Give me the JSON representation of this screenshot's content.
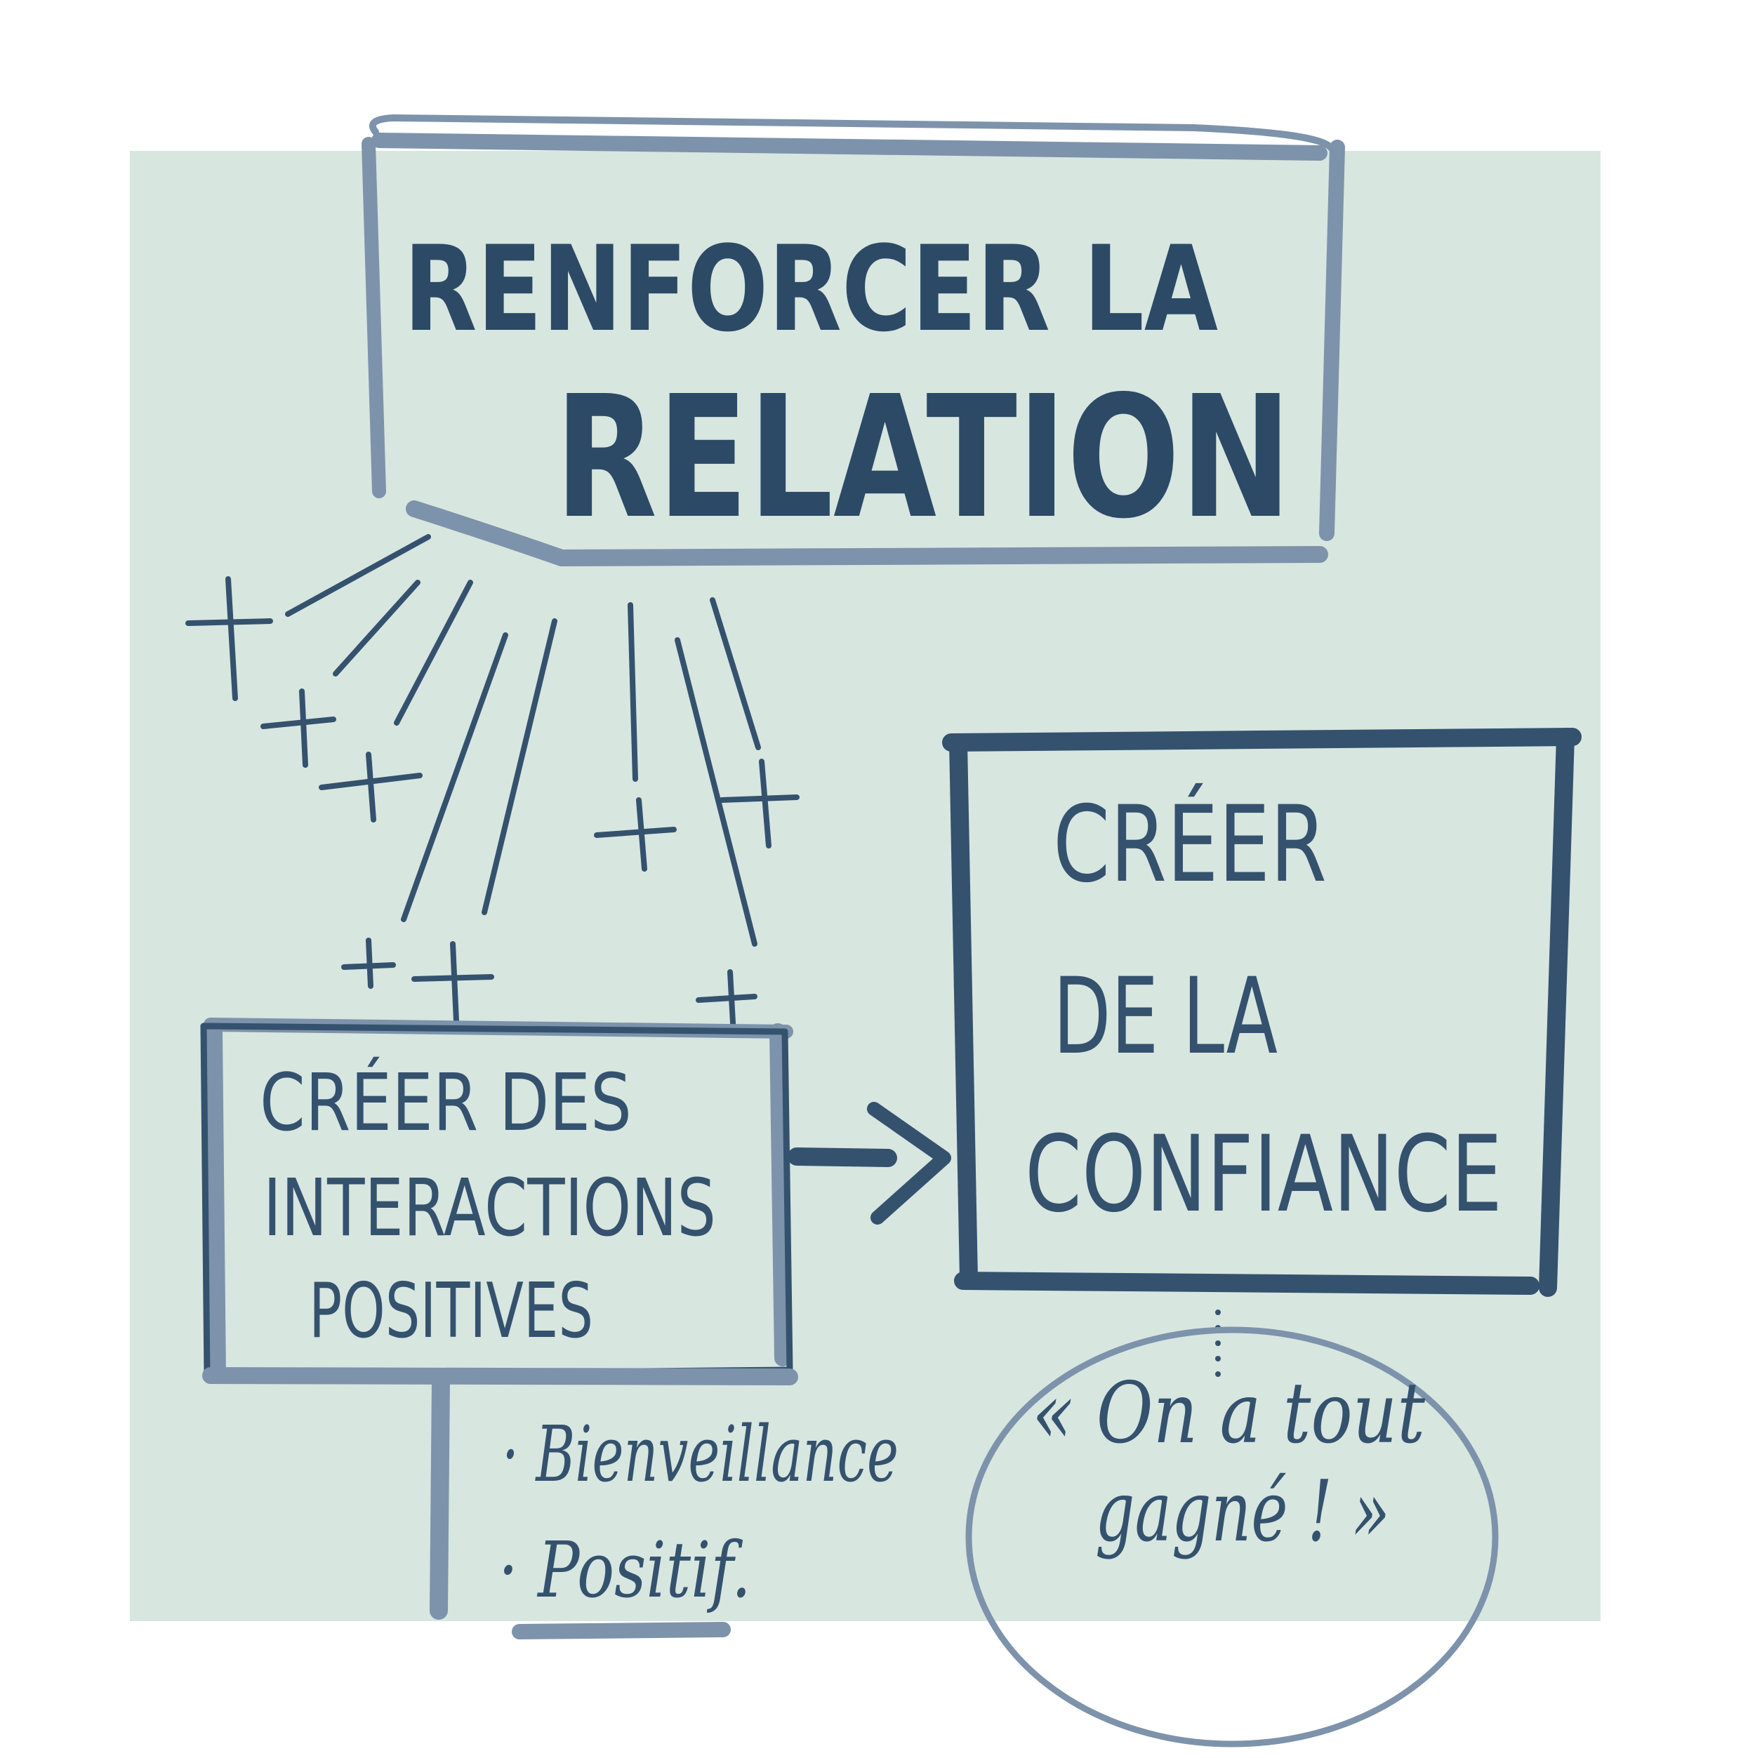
{
  "colors": {
    "background_panel": "#d8e6e0",
    "ink_dark": "#34526e",
    "ink_light": "#7d93ab",
    "page": "#ffffff"
  },
  "main_box": {
    "line1": "RENFORCER LA",
    "line2": "RELATION"
  },
  "interactions_box": {
    "line1": "CRÉER DES",
    "line2": "INTERACTIONS",
    "line3": "POSITIVES"
  },
  "confiance_box": {
    "line1": "CRÉER",
    "line2": "DE LA",
    "line3": "CONFIANCE"
  },
  "list": {
    "items": [
      "· Bienveillance",
      "· Positif."
    ]
  },
  "bubble": {
    "line1": "« On a tout",
    "line2": "gagné ! »"
  },
  "plus_sign": "+"
}
